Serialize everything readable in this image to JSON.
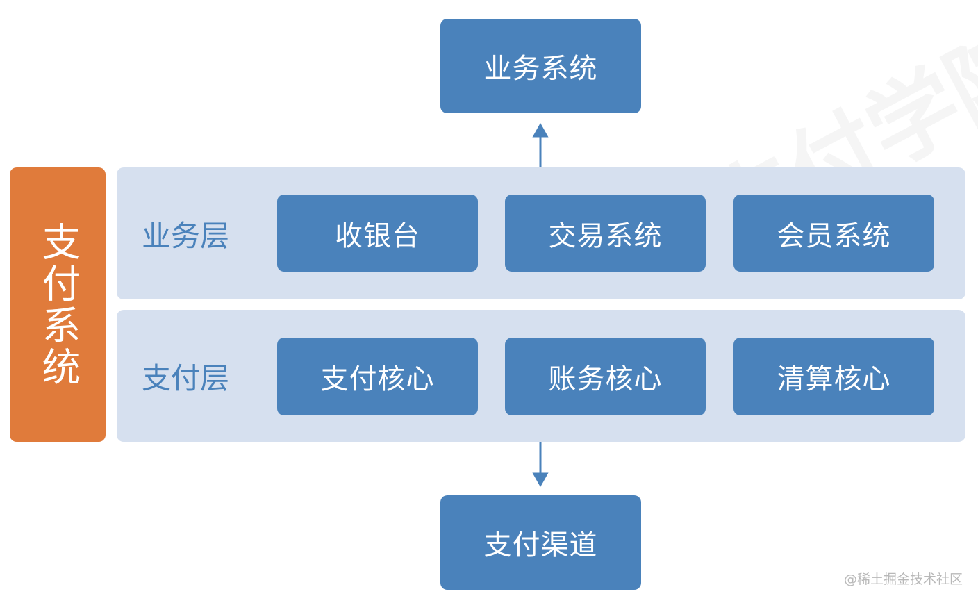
{
  "top_system": {
    "label": "业务系统"
  },
  "sidebar": {
    "label": "支付系统"
  },
  "business_layer": {
    "label": "业务层",
    "items": [
      "收银台",
      "交易系统",
      "会员系统"
    ]
  },
  "payment_layer": {
    "label": "支付层",
    "items": [
      "支付核心",
      "账务核心",
      "清算核心"
    ]
  },
  "bottom_system": {
    "label": "支付渠道"
  },
  "watermark": {
    "text": "@稀土掘金技术社区"
  },
  "colors": {
    "box_blue": "#4a82bb",
    "band_light": "#d6e0ef",
    "sidebar_orange": "#e07b3b",
    "arrow": "#4a82bb"
  }
}
